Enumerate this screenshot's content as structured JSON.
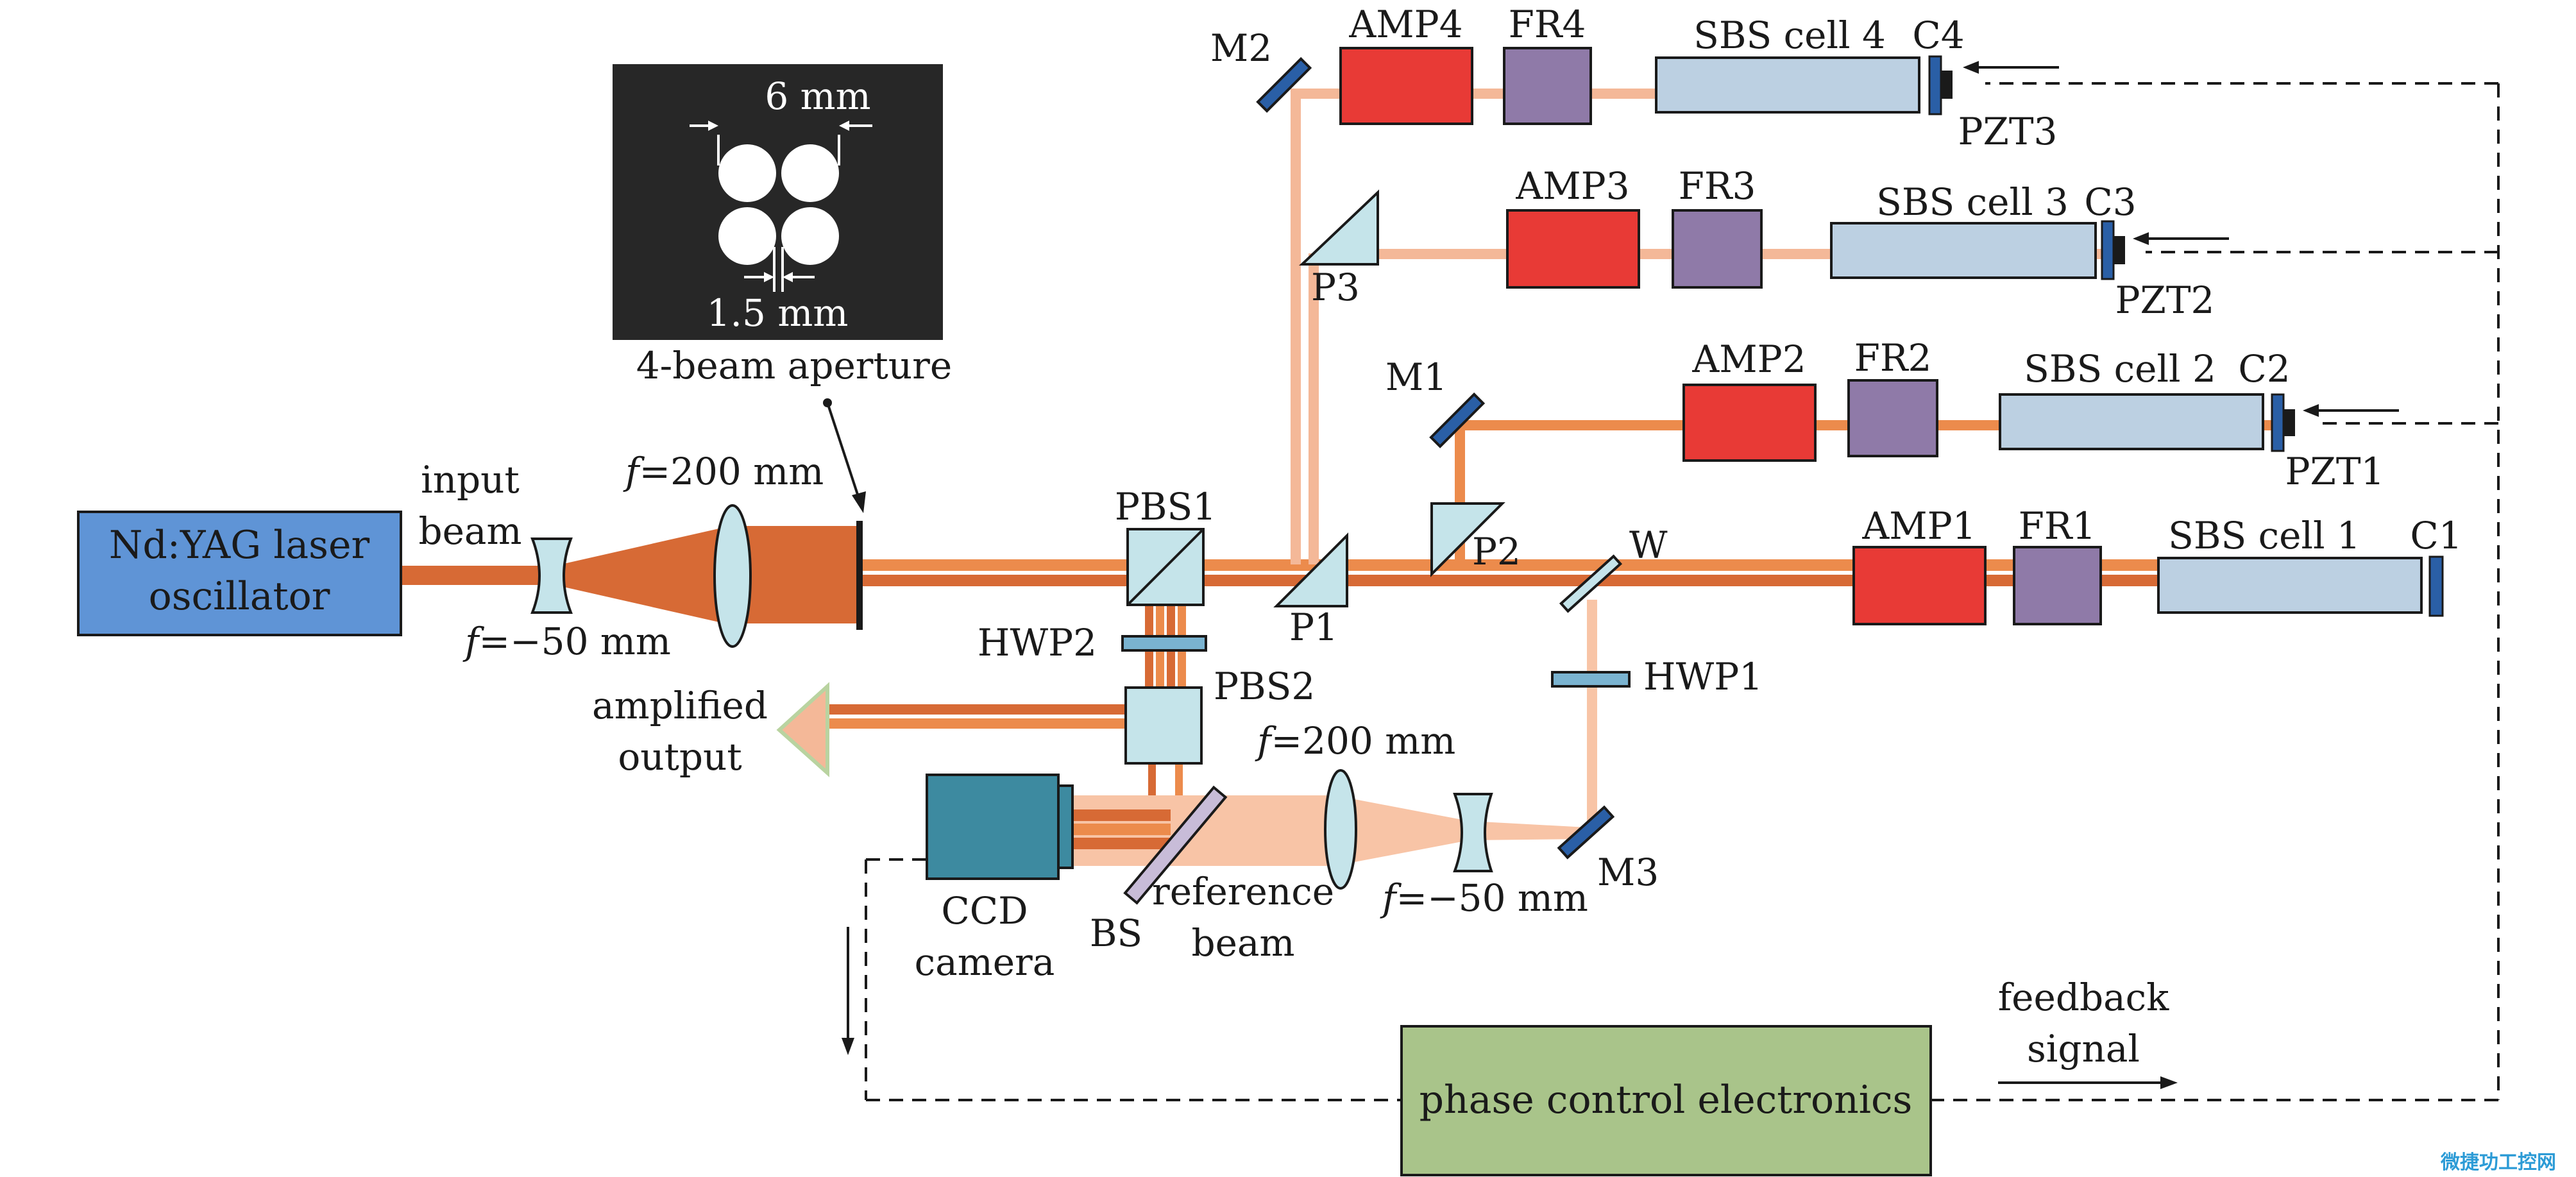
{
  "colors": {
    "beam_main": "#d76a35",
    "beam_mid": "#ec8b4c",
    "beam_light": "#f4b898",
    "beam_ref": "#f8c4a6",
    "amp": "#e83a36",
    "fr": "#8f7aa8",
    "cell": "#bcd0e2",
    "mirror": "#2a5fa6",
    "optic": "#c5e4ea",
    "oscillator": "#5f94d6",
    "ccd": "#3d8aa0",
    "electronics": "#a9c48a",
    "bs": "#c8bcd8"
  },
  "labels": {
    "oscillator": [
      "Nd:YAG laser",
      "oscillator"
    ],
    "input_beam": [
      "input",
      "beam"
    ],
    "lens1_f": "=200 mm",
    "lens2_f": "=−50 mm",
    "f_symbol": "f",
    "aperture_caption": "4-beam aperture",
    "aperture_6mm": "6 mm",
    "aperture_15mm": "1.5 mm",
    "pbs1": "PBS1",
    "pbs2": "PBS2",
    "hwp1": "HWP1",
    "hwp2": "HWP2",
    "amplified_output": [
      "amplified",
      "output"
    ],
    "p1": "P1",
    "p2": "P2",
    "p3": "P3",
    "m1": "M1",
    "m2": "M2",
    "m3": "M3",
    "w": "W",
    "bs": "BS",
    "ccd_camera": [
      "CCD",
      "camera"
    ],
    "reference_beam": [
      "reference",
      "beam"
    ],
    "ref_lens1_f": "=200 mm",
    "ref_lens2_f": "=−50 mm",
    "amp1": "AMP1",
    "amp2": "AMP2",
    "amp3": "AMP3",
    "amp4": "AMP4",
    "fr1": "FR1",
    "fr2": "FR2",
    "fr3": "FR3",
    "fr4": "FR4",
    "sbs1": "SBS cell 1",
    "sbs2": "SBS cell 2",
    "sbs3": "SBS cell 3",
    "sbs4": "SBS cell 4",
    "c1": "C1",
    "c2": "C2",
    "c3": "C3",
    "c4": "C4",
    "pzt1": "PZT1",
    "pzt2": "PZT2",
    "pzt3": "PZT3",
    "feedback_signal": [
      "feedback",
      "signal"
    ],
    "phase_control": "phase control electronics",
    "watermark": "微捷功工控网"
  }
}
